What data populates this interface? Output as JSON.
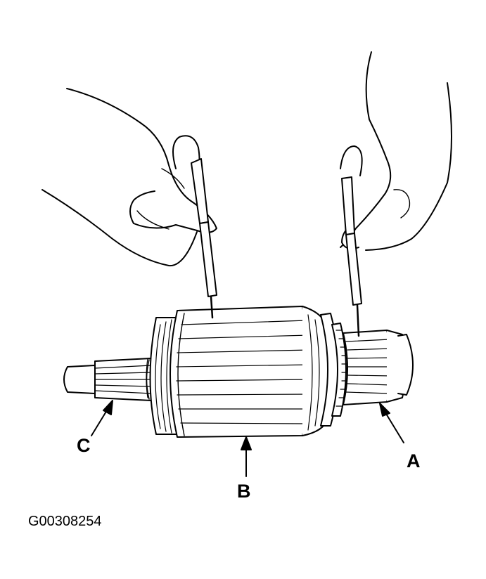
{
  "callouts": {
    "a": "A",
    "b": "B",
    "c": "C"
  },
  "figure_id": "G00308254",
  "colors": {
    "line": "#000000",
    "background": "#ffffff"
  }
}
